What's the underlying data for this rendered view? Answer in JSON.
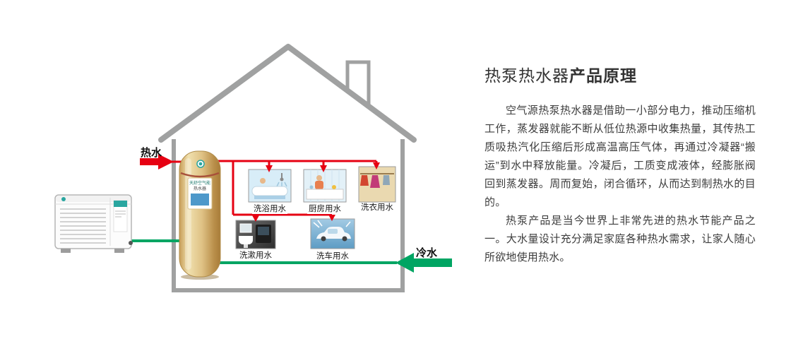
{
  "diagram": {
    "hot_water_label": "热水",
    "cold_water_label": "冷水",
    "usages": {
      "bath": "洗浴用水",
      "kitchen": "厨房用水",
      "laundry": "洗衣用水",
      "washing": "洗漱用水",
      "carwash": "洗车用水"
    },
    "tank_brand": "天舒空气能",
    "tank_brand_sub": "热水器",
    "colors": {
      "hot": "#e60012",
      "cold": "#00a563",
      "house": "#a0a1a1",
      "tank_gold": "#d3ab67"
    }
  },
  "article": {
    "title_regular": "热泵热水器",
    "title_bold": "产品原理",
    "paragraph1": "空气源热泵热水器是借助一小部分电力，推动压缩机工作，蒸发器就能不断从低位热源中收集热量，其传热工质吸热汽化压缩后形成高温高压气体，再通过冷凝器“搬运”到水中释放能量。冷凝后，工质变成液体，经膨胀阀回到蒸发器。周而复始，闭合循环，从而达到制热水的目的。",
    "paragraph2": "热泵产品是当今世界上非常先进的热水节能产品之一。大水量设计充分满足家庭各种热水需求，让家人随心所欲地使用热水。"
  }
}
